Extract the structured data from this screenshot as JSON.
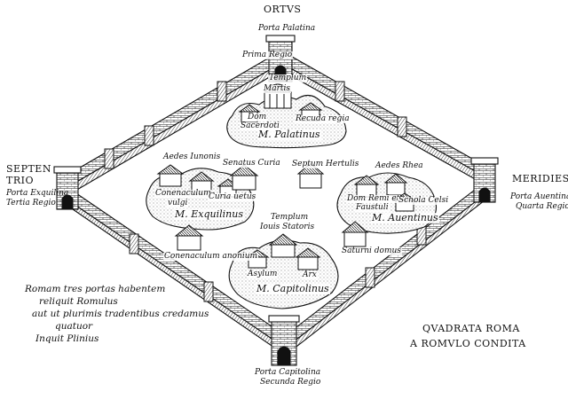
{
  "direction_labels": {
    "east": "ORTVS",
    "north_line1": "SEPTEN",
    "north_line2": "TRIO",
    "south": "MERIDIES"
  },
  "gates": {
    "top_line1": "Porta Palatina",
    "top_line2": "Prima Regio",
    "left_line1": "Porta Exquilina",
    "left_line2": "Tertia Regio",
    "right_line1": "Porta Auentina",
    "right_line2": "Quarta Regio",
    "bottom_line1": "Porta Capitolina",
    "bottom_line2": "Secunda Regio"
  },
  "hills": {
    "palatine": {
      "temple_line1": "Templum",
      "temple_line2": "Martis",
      "building1_line1": "Dom",
      "building1_line2": "Sacerdoti",
      "building2": "Recuda regia",
      "name": "M. Palatinus"
    },
    "esquiline": {
      "aedes": "Aedes Iunonis",
      "building1_line1": "Conenaculum",
      "building1_line2": "vulgi",
      "building2": "Curia uetus",
      "name": "M. Exquilinus"
    },
    "aventine": {
      "aedes": "Aedes Rhea",
      "building1_line1": "Dom Remi et",
      "building1_line2": "Faustuli",
      "building2": "Schola Celsi",
      "name": "M. Auentinus"
    },
    "capitoline": {
      "temple_line1": "Templum",
      "temple_line2": "Iouis Statoris",
      "asylum": "Asylum",
      "arx": "Arx",
      "name": "M. Capitolinus"
    }
  },
  "flat_buildings": {
    "senatus_curia": "Senatus Curia",
    "septum_hertulis": "Septum Hertulis",
    "conenaculum_anonium": "Conenaculum anonium",
    "saturni_domus": "Saturni domus"
  },
  "notes": {
    "left_line1": "Romam tres portas habentem",
    "left_line2": "reliquit Romulus",
    "left_line3": "aut ut plurimis tradentibus credamus",
    "left_line4": "quatuor",
    "left_line5": "Inquit Plinius",
    "right_line1": "QVADRATA ROMA",
    "right_line2": "A ROMVLO CONDITA"
  },
  "colors": {
    "ink": "#111111",
    "paper": "#ffffff"
  }
}
